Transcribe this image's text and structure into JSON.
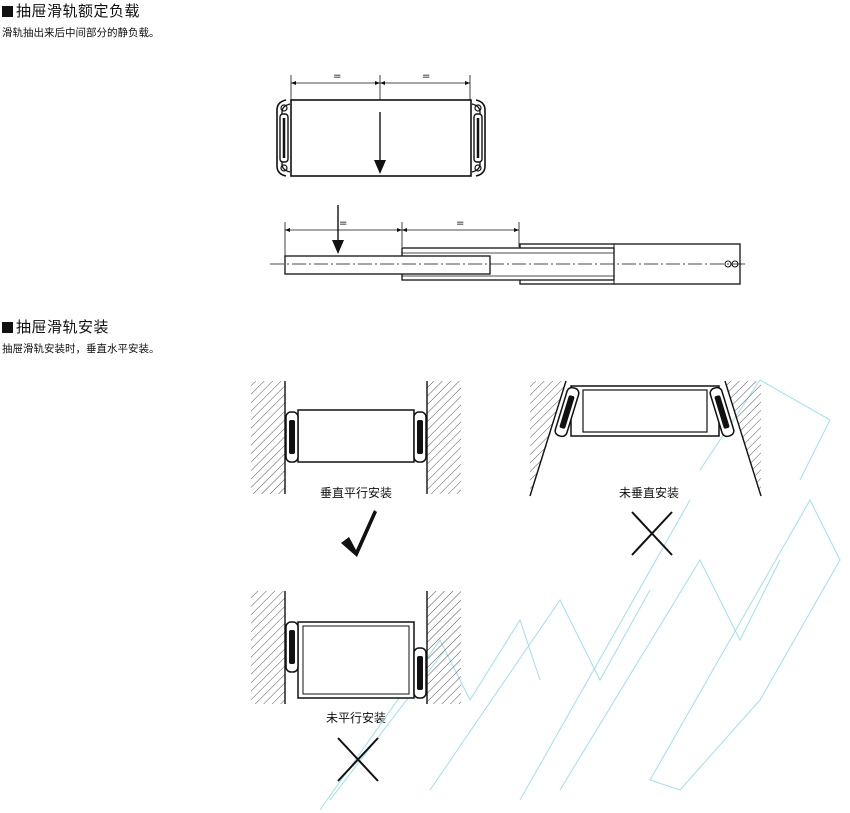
{
  "section1": {
    "title": "抽屉滑轨额定负载",
    "description": "滑轨抽出来后中间部分的静负载。",
    "dim_equal_mark": "="
  },
  "section2": {
    "title": "抽屉滑轨安装",
    "description": "抽屉滑轨安装时，垂直水平安装。",
    "cases": [
      {
        "label": "垂直平行安装",
        "result": "correct",
        "symbol": "√"
      },
      {
        "label": "未垂直安装",
        "result": "incorrect",
        "symbol": "✕"
      },
      {
        "label": "未平行安装",
        "result": "incorrect",
        "symbol": "✕"
      }
    ]
  },
  "watermark": {
    "text": "MLD",
    "color": "#7fd6e6"
  },
  "colors": {
    "line": "#111111",
    "hatch": "#555555"
  }
}
